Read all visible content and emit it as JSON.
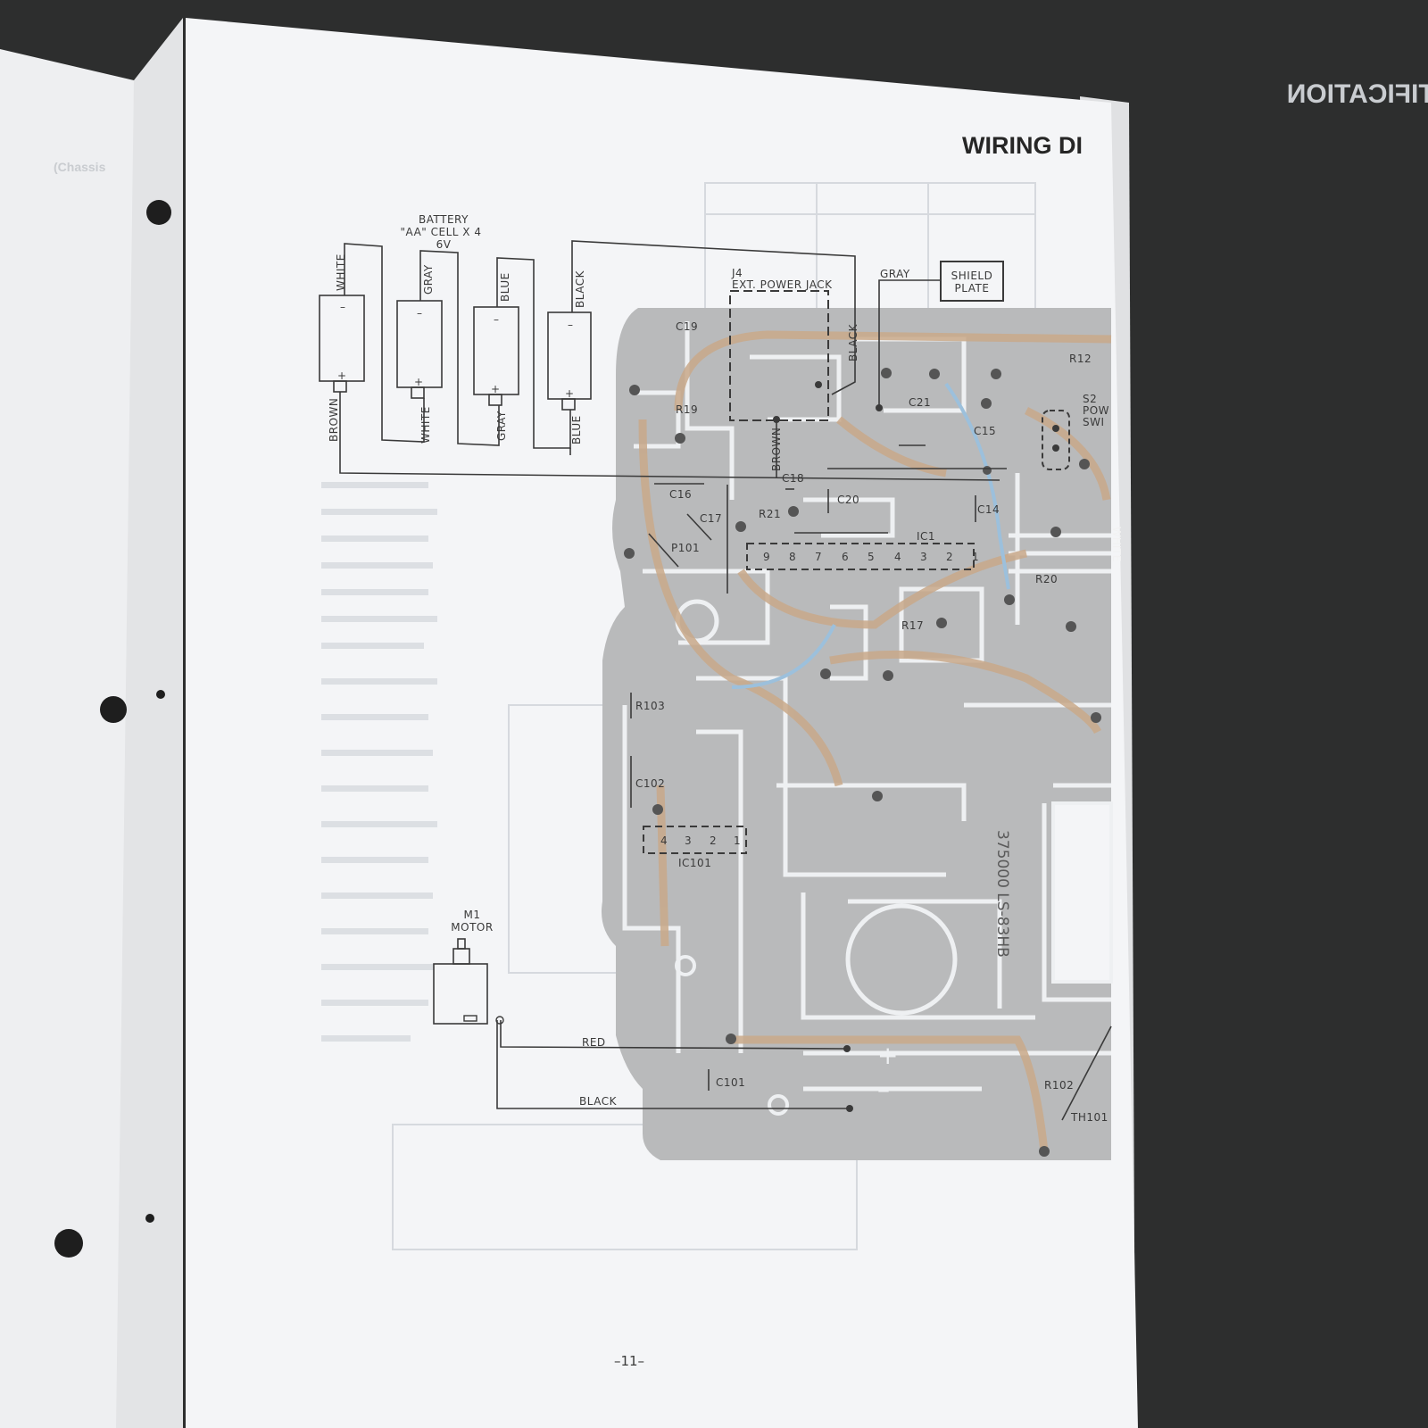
{
  "left_page": {
    "chassis_text": "(Chassis"
  },
  "header": {
    "title": "WIRING DI",
    "bleed_title": "IC & TRANSISTOR LEAD IDENTIFICATION"
  },
  "battery": {
    "title_line1": "BATTERY",
    "title_line2": "\"AA\" CELL X 4",
    "title_line3": "6V",
    "top_wires": [
      "WHITE",
      "GRAY",
      "BLUE",
      "BLACK"
    ],
    "bottom_wires": [
      "BROWN",
      "WHITE",
      "GRAY",
      "BLUE"
    ],
    "minus": "–",
    "plus": "+"
  },
  "jack": {
    "ref": "J4",
    "name": "EXT. POWER JACK",
    "wire_black": "BLACK",
    "wire_brown": "BROWN"
  },
  "shield": {
    "wire": "GRAY",
    "line1": "SHIELD",
    "line2": "PLATE"
  },
  "switch": {
    "ref": "S2",
    "line1": "POW",
    "line2": "SWI"
  },
  "components": {
    "c19": "C19",
    "r19": "R19",
    "c21": "C21",
    "c15": "C15",
    "r12": "R12",
    "c16": "C16",
    "c18": "C18",
    "c20": "C20",
    "c14": "C14",
    "c17": "C17",
    "r21": "R21",
    "p101": "P101",
    "r20": "R20",
    "r17": "R17",
    "r103": "R103",
    "c102": "C102",
    "c101": "C101",
    "r102": "R102",
    "th101": "TH101",
    "white_wire": "WHITE"
  },
  "ic1": {
    "ref": "IC1",
    "pins": [
      "9",
      "8",
      "7",
      "6",
      "5",
      "4",
      "3",
      "2",
      "1"
    ]
  },
  "ic101": {
    "ref": "IC101",
    "pins": [
      "4",
      "3",
      "2",
      "1"
    ]
  },
  "motor": {
    "ref": "M1",
    "name": "MOTOR",
    "wire_red": "RED",
    "wire_black": "BLACK"
  },
  "pcb": {
    "code": "375000 LS-83HB",
    "plus": "+",
    "minus": "–"
  },
  "footer": {
    "page_number": "–11–"
  },
  "colors": {
    "background": "#2d2e2e",
    "paper": "#f4f5f7",
    "pcb": "#b9babb",
    "trace_tan": "#c9a98a",
    "trace_blue": "#9cc0dc",
    "ink": "#3a3a3a"
  }
}
